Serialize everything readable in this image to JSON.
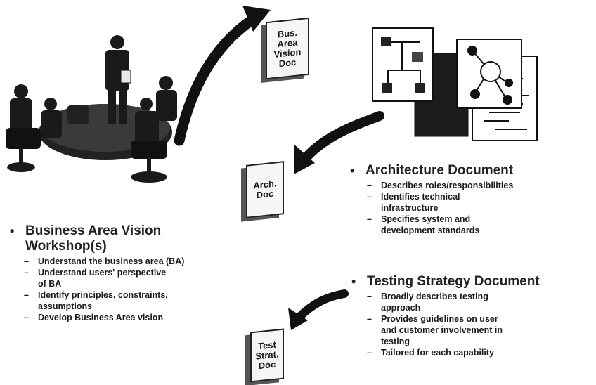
{
  "docs": {
    "bus_area_vision": [
      "Bus.",
      "Area",
      "Vision",
      "Doc"
    ],
    "arch": [
      "Arch.",
      "Doc"
    ],
    "test_strat": [
      "Test",
      "Strat.",
      "Doc"
    ]
  },
  "architecture": {
    "heading": "Architecture Document",
    "items": [
      [
        "Describes roles/responsibilities"
      ],
      [
        "Identifies technical",
        "infrastructure"
      ],
      [
        "Specifies system and",
        "development standards"
      ]
    ]
  },
  "workshop": {
    "heading": [
      "Business Area Vision",
      "Workshop(s)"
    ],
    "items": [
      [
        "Understand the business area (BA)"
      ],
      [
        "Understand users' perspective",
        "of BA"
      ],
      [
        "Identify principles, constraints,",
        "assumptions"
      ],
      [
        "Develop Business Area vision"
      ]
    ]
  },
  "testing": {
    "heading": "Testing Strategy Document",
    "items": [
      [
        "Broadly describes testing",
        "approach"
      ],
      [
        "Provides guidelines on user",
        "and customer involvement in",
        "testing"
      ],
      [
        "Tailored for each capability"
      ]
    ]
  },
  "glyphs": {
    "bullet": "•",
    "dash": "–"
  }
}
